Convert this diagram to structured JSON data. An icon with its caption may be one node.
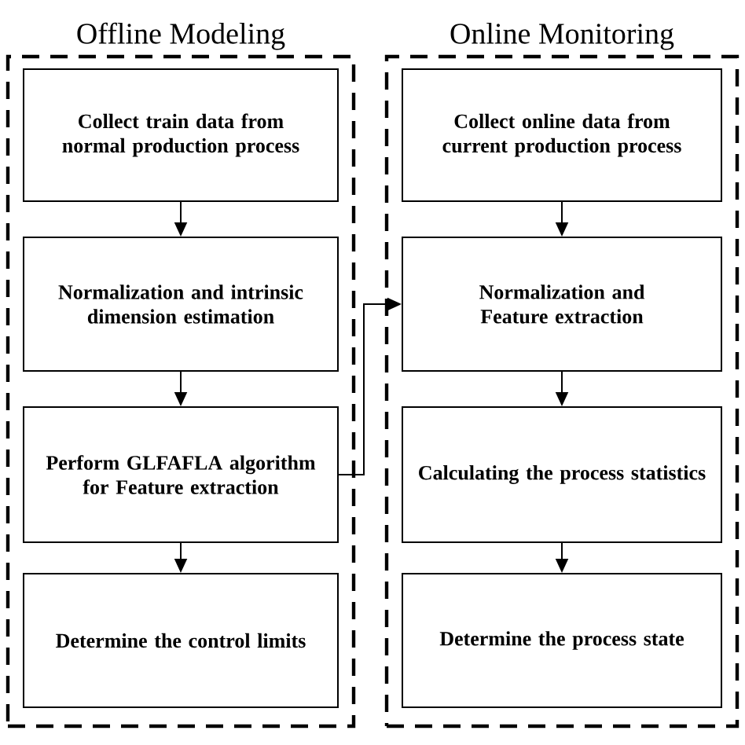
{
  "diagram": {
    "nodes": [
      {
        "text": [
          "Offline Modeling"
        ]
      },
      {
        "text": [
          "Collect train data from normal production process"
        ],
        "in": 0
      },
      {
        "text": [
          "Normalization and intrinsic dimension estimation"
        ],
        "in": 0
      },
      {
        "text": [
          "Perform GLFAFLA algorithm for Feature extraction"
        ],
        "in": 0
      },
      {
        "text": [
          "Determine the control limits"
        ],
        "in": 0
      },
      {
        "text": [
          "Online Monitoring"
        ]
      },
      {
        "text": [
          "Collect online data from current production process"
        ],
        "in": 5
      },
      {
        "text": [
          "Normalization and Feature extraction"
        ],
        "in": 5
      },
      {
        "text": [
          "Calculating the process statistics"
        ],
        "in": 5
      },
      {
        "text": [
          "Determine the process state"
        ],
        "in": 5
      }
    ],
    "edges": [
      {
        "from": 1,
        "to": 2,
        "arrow": "to"
      },
      {
        "from": 2,
        "to": 3,
        "arrow": "to"
      },
      {
        "from": 3,
        "to": 4,
        "arrow": "to"
      },
      {
        "from": 3,
        "to": 7,
        "arrow": "to"
      },
      {
        "from": 6,
        "to": 7,
        "arrow": "to"
      },
      {
        "from": 7,
        "to": 8,
        "arrow": "to"
      },
      {
        "from": 8,
        "to": 9,
        "arrow": "to"
      }
    ]
  }
}
